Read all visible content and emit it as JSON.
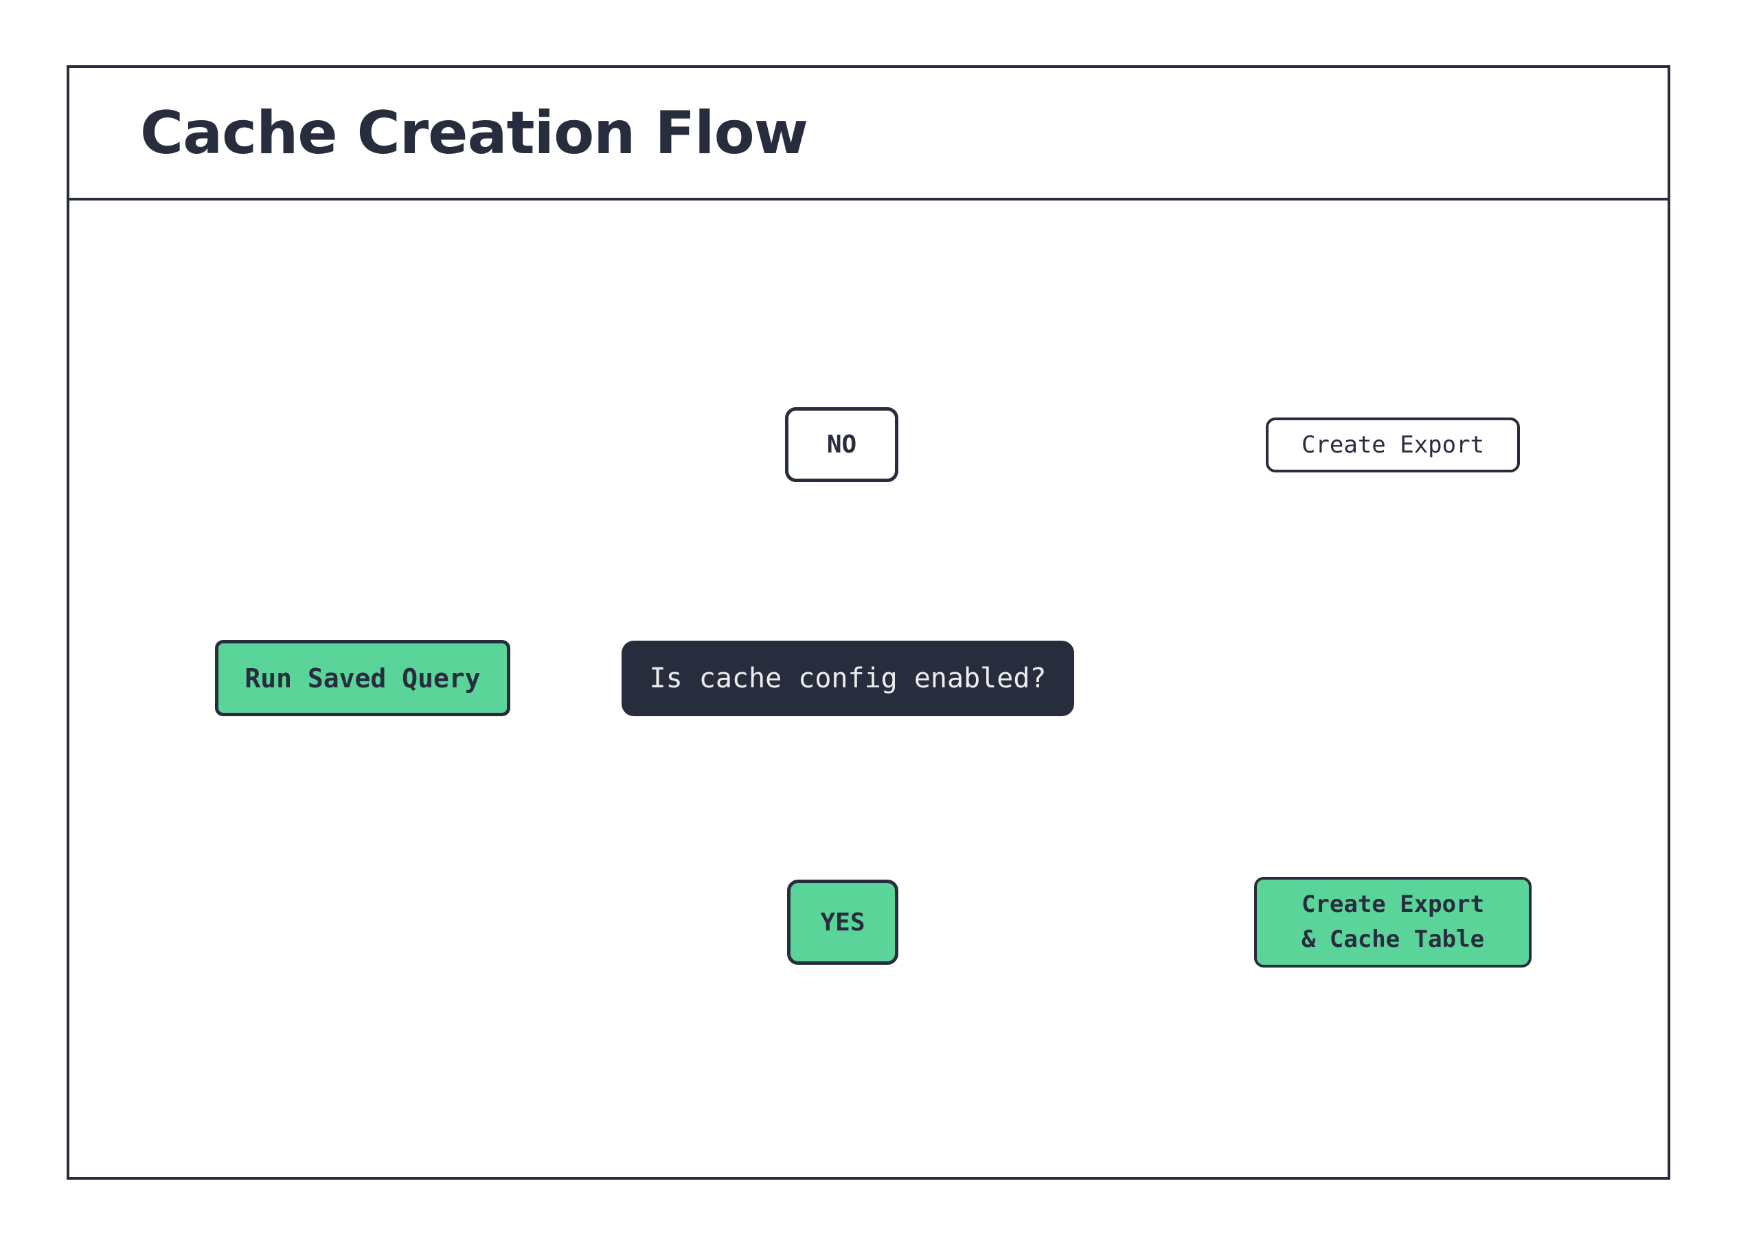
{
  "title": "Cache Creation Flow",
  "palette": {
    "ink_navy": "#272d3d",
    "accent_green": "#5bd49a",
    "line_black": "#0b0b0d",
    "text_on_dark": "#ececee",
    "background": "#ffffff"
  },
  "flow": {
    "start": {
      "label": "Run Saved Query"
    },
    "decision": {
      "label": "Is cache config enabled?"
    },
    "no_branch": {
      "label": "NO",
      "result": {
        "label": "Create Export"
      }
    },
    "yes_branch": {
      "label": "YES",
      "result": {
        "label": "Create Export\n& Cache Table"
      }
    }
  }
}
